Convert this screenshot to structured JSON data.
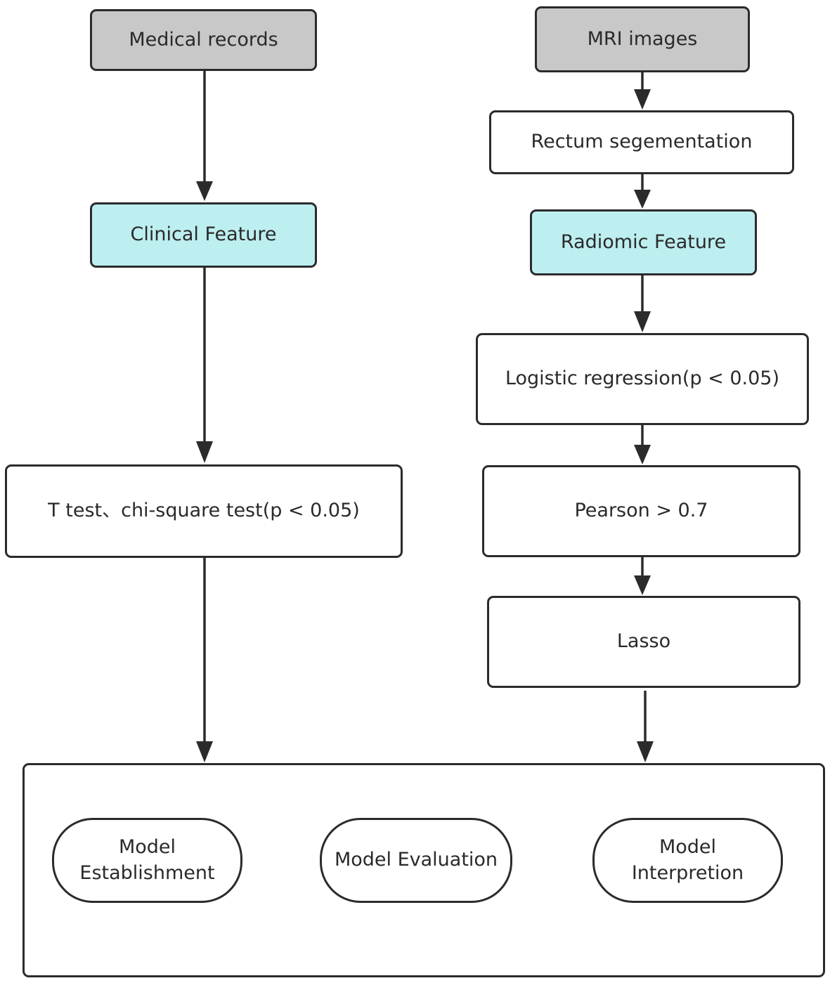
{
  "left_column": {
    "medical_records": "Medical records",
    "clinical_feature": "Clinical Feature",
    "statistical_tests": "T test、chi-square test(p < 0.05)"
  },
  "right_column": {
    "mri_images": "MRI images",
    "rectum_segmentation": "Rectum segementation",
    "radiomic_feature": "Radiomic Feature",
    "logistic_regression": "Logistic regression(p < 0.05)",
    "pearson": "Pearson > 0.7",
    "lasso": "Lasso"
  },
  "model_stage": {
    "establishment_line1": "Model",
    "establishment_line2": "Establishment",
    "evaluation": "Model Evaluation",
    "interpretation_line1": "Model",
    "interpretation_line2": "Interpretion"
  }
}
